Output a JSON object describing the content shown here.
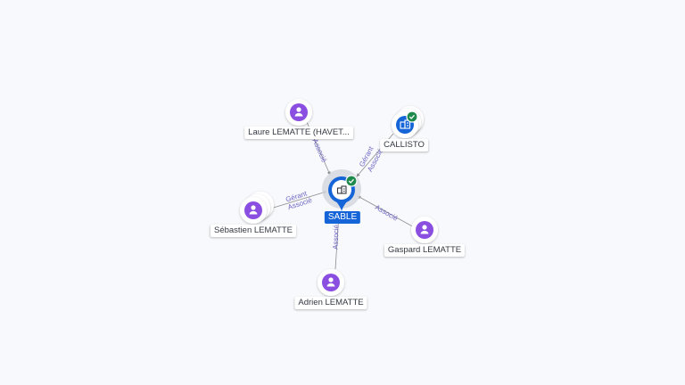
{
  "colors": {
    "edge": "#8c8c8c",
    "label_text": "#6f67c4",
    "person": "#8a4fe0",
    "company": "#1565d8",
    "check": "#1e8a4c"
  },
  "center": {
    "label": "SABLE",
    "icon": "building-icon",
    "verified": true
  },
  "companies": [
    {
      "label": "CALLISTO",
      "icon": "building-icon",
      "verified": true
    }
  ],
  "persons": [
    {
      "label": "Laure LEMATTE (HAVET...",
      "icon": "person-icon"
    },
    {
      "label": "Sébastien LEMATTE",
      "icon": "person-icon"
    },
    {
      "label": "Gaspard LEMATTE",
      "icon": "person-icon"
    },
    {
      "label": "Adrien LEMATTE",
      "icon": "person-icon"
    }
  ],
  "edges": [
    {
      "from": "Laure LEMATTE (HAVET...",
      "to": "SABLE",
      "roles": [
        "Associé"
      ]
    },
    {
      "from": "CALLISTO",
      "to": "SABLE",
      "roles": [
        "Gérant",
        "Associé"
      ]
    },
    {
      "from": "Sébastien LEMATTE",
      "to": "SABLE",
      "roles": [
        "Gérant",
        "Associé"
      ]
    },
    {
      "from": "Gaspard LEMATTE",
      "to": "SABLE",
      "roles": [
        "Associé"
      ]
    },
    {
      "from": "Adrien LEMATTE",
      "to": "SABLE",
      "roles": [
        "Associé"
      ]
    }
  ]
}
